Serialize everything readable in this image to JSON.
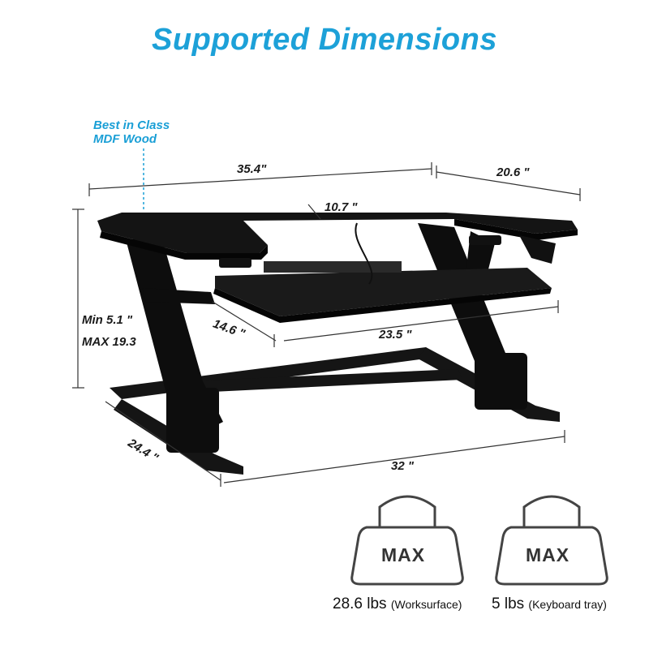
{
  "title": "Supported Dimensions",
  "colors": {
    "title": "#1da1d8",
    "callout": "#1a9fd6",
    "desk": "#111111",
    "dimension_line": "#333333"
  },
  "callout": {
    "line1": "Best in Class",
    "line2": "MDF Wood"
  },
  "dimensions": {
    "top_width": "35.4\"",
    "top_depth": "20.6 \"",
    "cutout_depth": "10.7 \"",
    "min_height": "Min 5.1 \"",
    "max_height": "MAX 19.3",
    "tray_depth": "14.6 \"",
    "tray_width": "23.5 \"",
    "base_depth": "24.4 \"",
    "base_width": "32 \""
  },
  "weights": [
    {
      "badge": "MAX",
      "value": "28.6 lbs",
      "note": "(Worksurface)",
      "icon": "weight-icon"
    },
    {
      "badge": "MAX",
      "value": "5 lbs",
      "note": "(Keyboard tray)",
      "icon": "weight-icon"
    }
  ]
}
